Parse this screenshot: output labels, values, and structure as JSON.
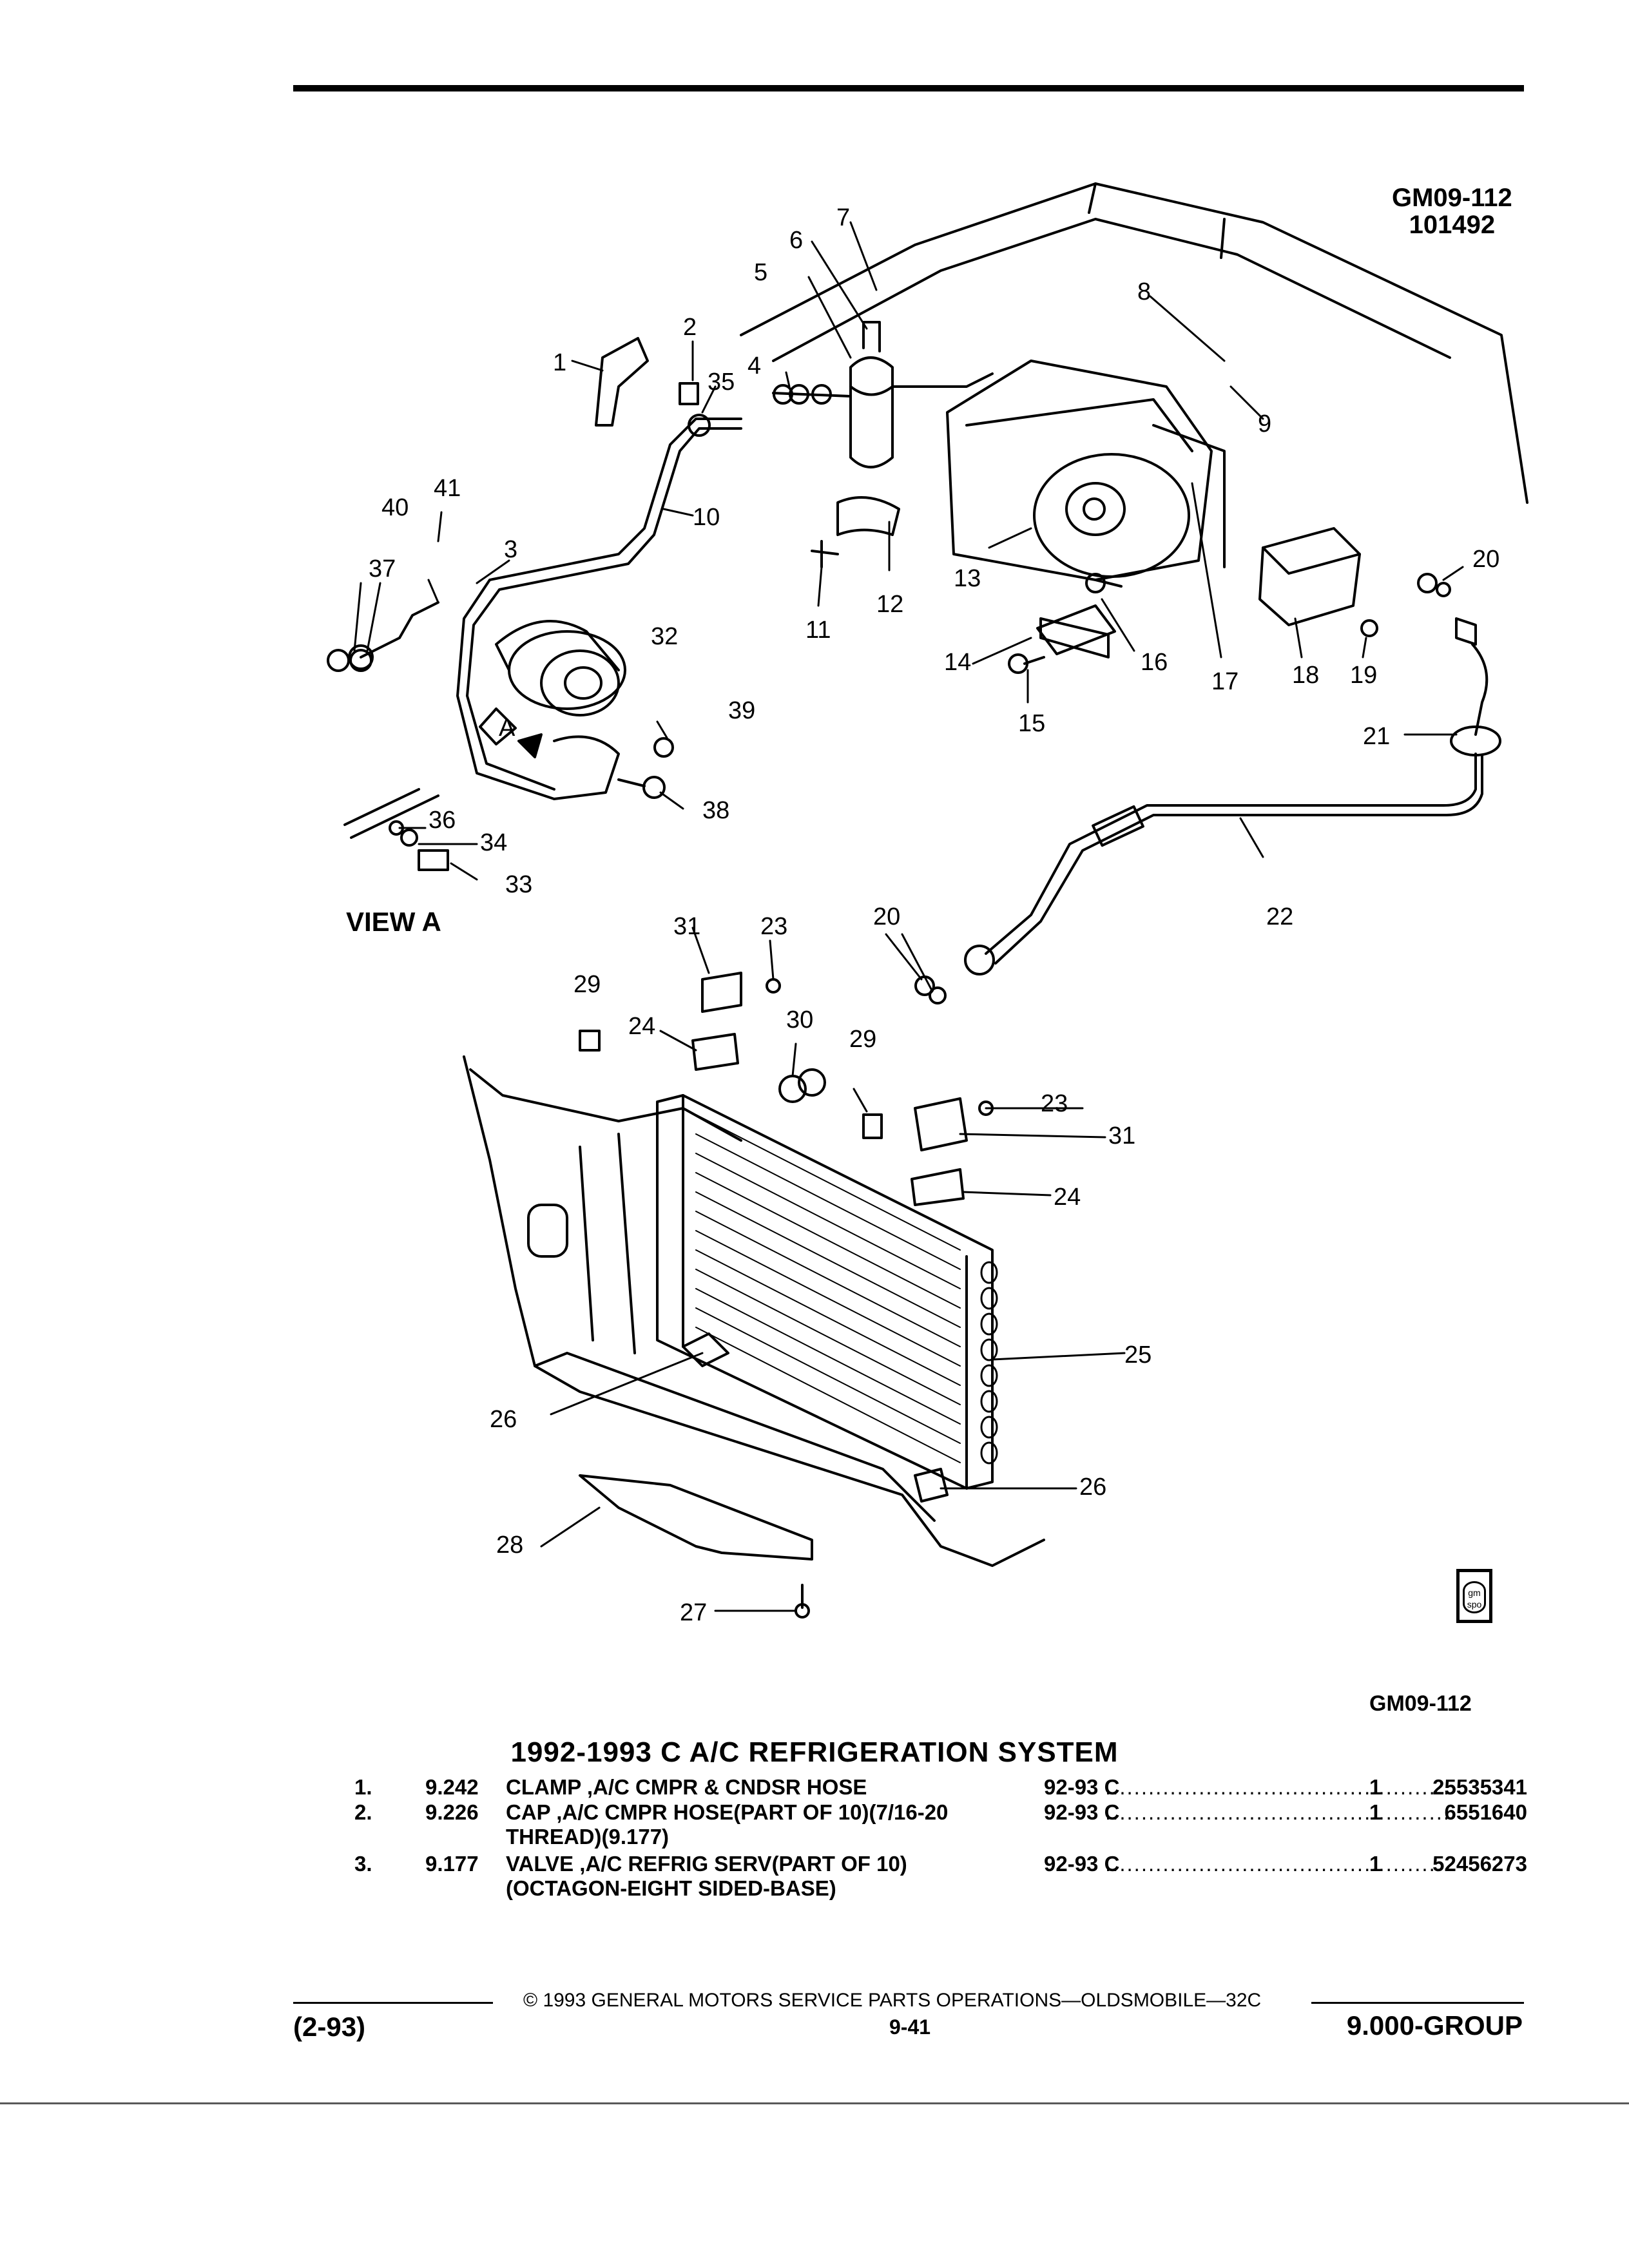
{
  "figure": {
    "code": "GM09-112",
    "date": "101492",
    "view_label": "VIEW A",
    "view_marker": "A",
    "callouts": [
      "1",
      "2",
      "3",
      "4",
      "5",
      "6",
      "7",
      "8",
      "9",
      "10",
      "11",
      "12",
      "13",
      "14",
      "15",
      "16",
      "17",
      "18",
      "19",
      "20",
      "21",
      "22",
      "23",
      "24",
      "25",
      "26",
      "27",
      "28",
      "29",
      "30",
      "31",
      "32",
      "33",
      "34",
      "35",
      "36",
      "37",
      "38",
      "39",
      "40",
      "41"
    ],
    "logo_text": "gm spo"
  },
  "bottom_figure_code": "GM09-112",
  "section_title": "1992-1993 C A/C REFRIGERATION SYSTEM",
  "parts": [
    {
      "num": "1.",
      "group": "9.242",
      "desc": "CLAMP ,A/C CMPR & CNDSR HOSE",
      "desc2": "",
      "years": "92-93  C",
      "qty": "1",
      "part_no": "25535341"
    },
    {
      "num": "2.",
      "group": "9.226",
      "desc": "CAP ,A/C CMPR HOSE(PART OF 10)(7/16-20",
      "desc2": "THREAD)(9.177)",
      "years": "92-93  C",
      "qty": "1",
      "part_no": "6551640"
    },
    {
      "num": "3.",
      "group": "9.177",
      "desc": "VALVE ,A/C REFRIG SERV(PART OF 10)",
      "desc2": "(OCTAGON-EIGHT SIDED-BASE)",
      "years": "92-93  C",
      "qty": "1",
      "part_no": "52456273"
    }
  ],
  "footer": {
    "copyright": "© 1993 GENERAL MOTORS SERVICE PARTS OPERATIONS—OLDSMOBILE—32C",
    "revision": "(2-93)",
    "page": "9-41",
    "group": "9.000-GROUP"
  }
}
